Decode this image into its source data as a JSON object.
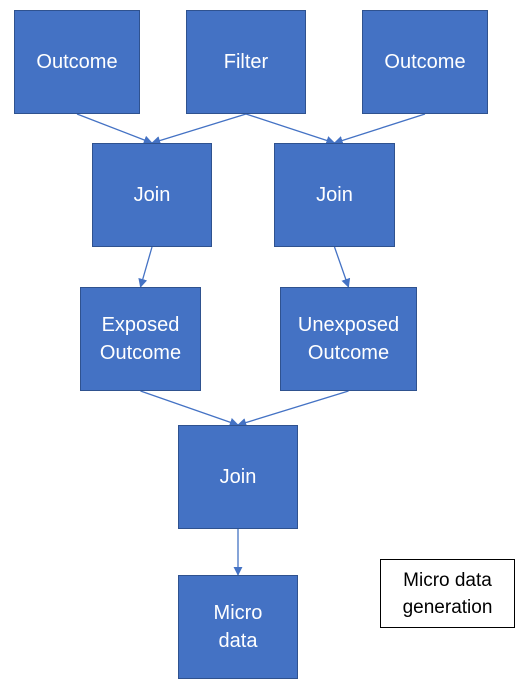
{
  "diagram": {
    "colors": {
      "node_fill": "#4472C4",
      "node_border": "#2F528F",
      "node_text": "#FFFFFF",
      "edge": "#4472C4"
    },
    "nodes": {
      "outcome_left": "Outcome",
      "filter": "Filter",
      "outcome_right": "Outcome",
      "join_left": "Join",
      "join_right": "Join",
      "exposed_outcome": "Exposed\nOutcome",
      "unexposed_outcome": "Unexposed\nOutcome",
      "join_bottom": "Join",
      "micro_data": "Micro\ndata"
    },
    "edges": [
      {
        "from": "outcome_left",
        "to": "join_left"
      },
      {
        "from": "filter",
        "to": "join_left"
      },
      {
        "from": "filter",
        "to": "join_right"
      },
      {
        "from": "outcome_right",
        "to": "join_right"
      },
      {
        "from": "join_left",
        "to": "exposed_outcome"
      },
      {
        "from": "join_right",
        "to": "unexposed_outcome"
      },
      {
        "from": "exposed_outcome",
        "to": "join_bottom"
      },
      {
        "from": "unexposed_outcome",
        "to": "join_bottom"
      },
      {
        "from": "join_bottom",
        "to": "micro_data"
      }
    ],
    "caption": "Micro data\ngeneration"
  }
}
